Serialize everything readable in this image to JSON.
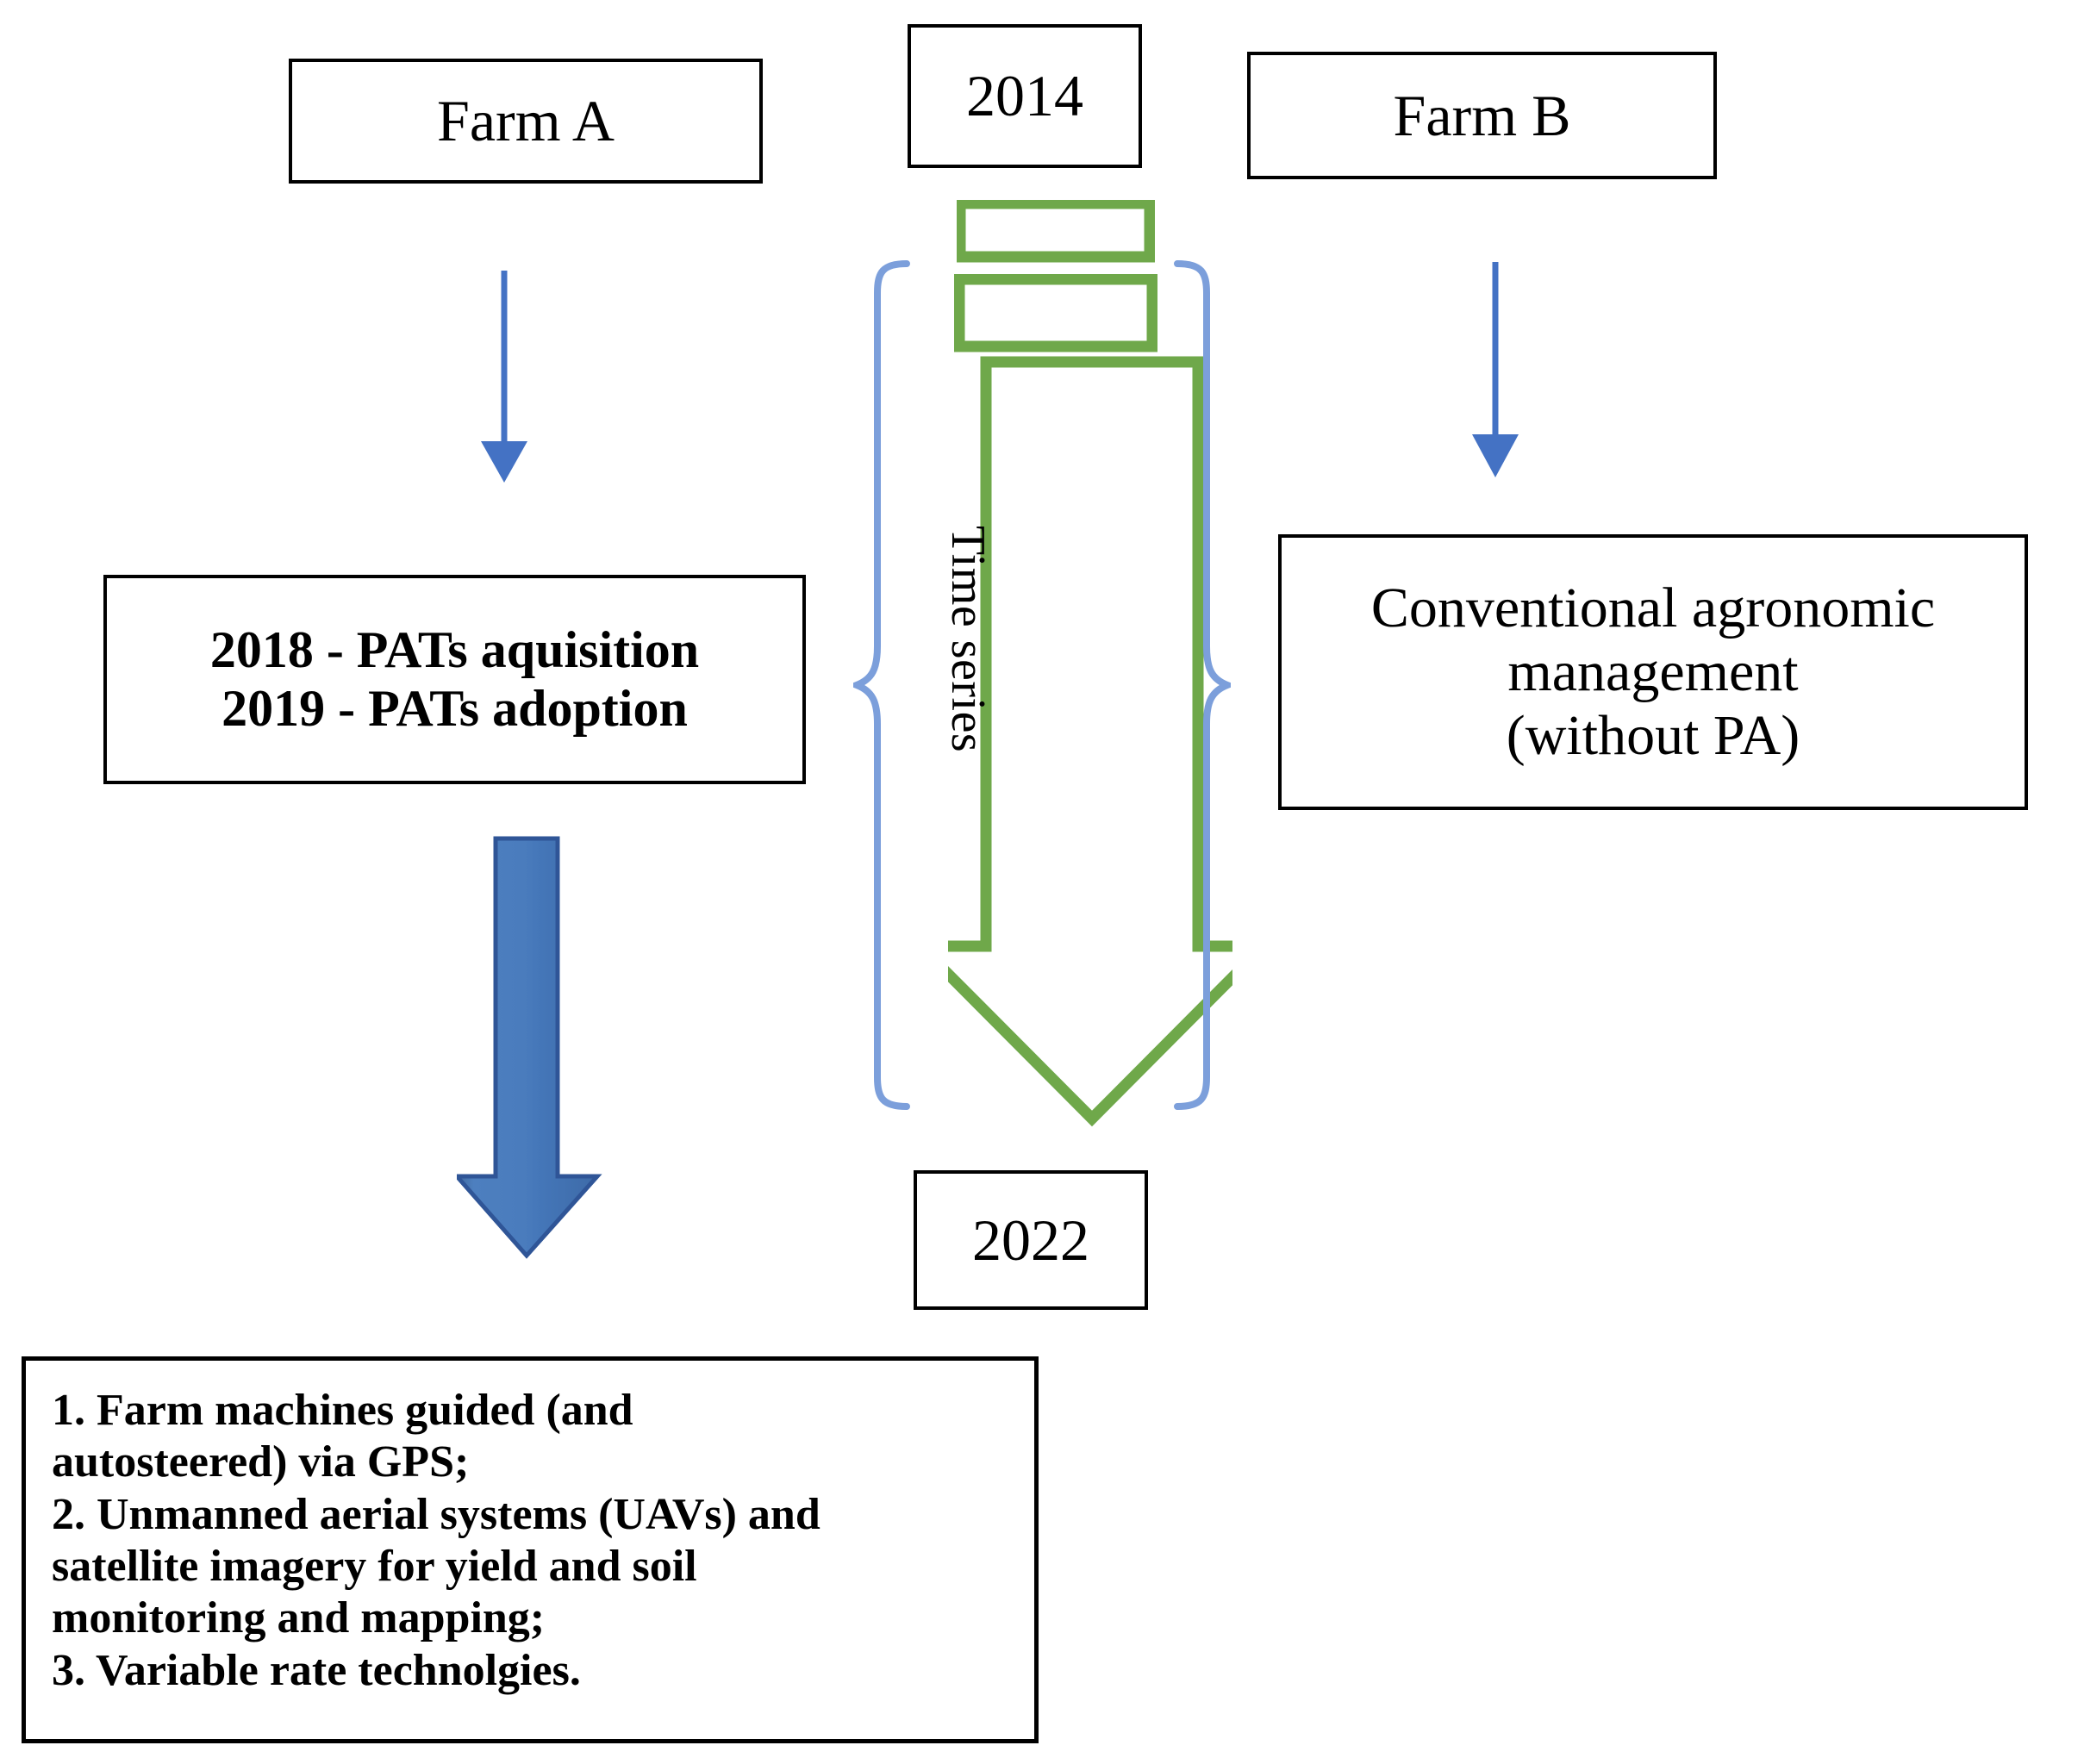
{
  "diagram": {
    "title": "Farm A vs Farm B precision agriculture time-series comparison",
    "colors": {
      "green": "#6FA84A",
      "blue_brace": "#7C9FDB",
      "blue_arrow": "#4472C4",
      "blue_arrow_dark": "#2F5597",
      "box_border": "#000000",
      "background": "#FFFFFF"
    },
    "boxes": {
      "farm_a": "Farm A",
      "farm_b": "Farm B",
      "year_start": "2014",
      "year_end": "2022",
      "pats": {
        "line1": "2018 - PATs aquisition",
        "line2": "2019 - PATs adoption"
      },
      "conventional": {
        "line1": "Conventional agronomic",
        "line2": "management",
        "line3": "(without PA)"
      },
      "tech_list": {
        "line1": "1. Farm machines guided  (and",
        "line2": "autosteered) via GPS;",
        "line3": "2. Unmanned aerial systems (UAVs) and",
        "line4": "satellite imagery for yield and soil",
        "line5": "monitoring and mapping;",
        "line6": "3. Variable rate technolgies."
      }
    },
    "labels": {
      "time_series": "Time series"
    },
    "connectors": {
      "farm_a_to_pats": "down-arrow",
      "farm_b_to_conventional": "down-arrow",
      "pats_to_tech_list": "thick-down-arrow",
      "time_axis": "green-down-block-arrow",
      "left_brace": "curly-brace-left",
      "right_brace": "curly-brace-right"
    }
  }
}
